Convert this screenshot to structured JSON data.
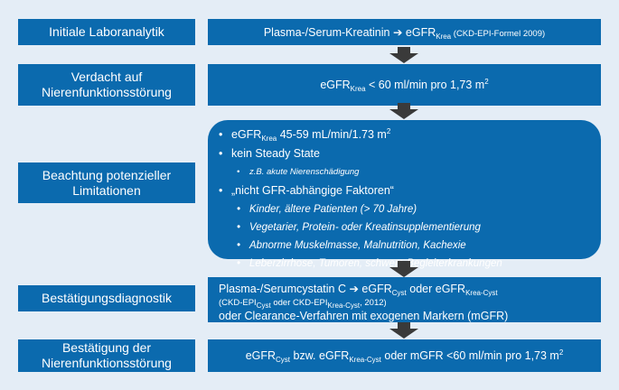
{
  "rows": [
    {
      "label": "Initiale Laboranalytik",
      "text_pre": "Plasma-/Serum-Kreatinin ➔ eGFR",
      "text_sub": "Krea",
      "text_post": " (CKD-EPI-Formel 2009)"
    },
    {
      "label_line1": "Verdacht auf",
      "label_line2": "Nierenfunktionsstörung",
      "text_pre": "eGFR",
      "text_sub": "Krea",
      "text_post": " < 60 ml/min pro 1,73 m",
      "text_sup": "2"
    },
    {
      "label_line1": "Beachtung potenzieller",
      "label_line2": "Limitationen",
      "bullet1_pre": "eGFR",
      "bullet1_sub": "Krea",
      "bullet1_post": " 45-59 mL/min/1.73 m",
      "bullet1_sup": "2",
      "bullet2": "kein Steady State",
      "sub2": "z.B. akute Nierenschädigung",
      "bullet3": "„nicht GFR-abhängige Faktoren“",
      "sub3": [
        "Kinder, ältere Patienten (> 70 Jahre)",
        "Vegetarier, Protein- oder Kreatinsupplementierung",
        "Abnorme Muskelmasse, Malnutrition, Kachexie",
        "Leberzirrhose, Tumoren, schwere Begleiterkrankungen"
      ]
    },
    {
      "label": "Bestätigungsdiagnostik",
      "l1_a": "Plasma-/Serumcystatin C ➔ eGFR",
      "l1_sub1": "Cyst",
      "l1_b": " oder eGFR",
      "l1_sub2": "Krea-Cyst",
      "l2_a": "(CKD-EPI",
      "l2_sub1": "Cyst",
      "l2_b": " oder CKD-EPI",
      "l2_sub2": "Krea-Cyst",
      "l2_c": ", 2012)",
      "l3": "oder Clearance-Verfahren mit exogenen Markern (mGFR)"
    },
    {
      "label_line1": "Bestätigung der",
      "label_line2": "Nierenfunktionsstörung",
      "a": "eGFR",
      "sub1": "Cyst",
      "b": " bzw. eGFR",
      "sub2": "Krea-Cyst",
      "c": " oder mGFR <60 ml/min pro 1,73 m",
      "sup": "2"
    }
  ],
  "colors": {
    "box": "#0b6aae",
    "background": "#e4edf6",
    "arrow": "#3a3a3a"
  }
}
